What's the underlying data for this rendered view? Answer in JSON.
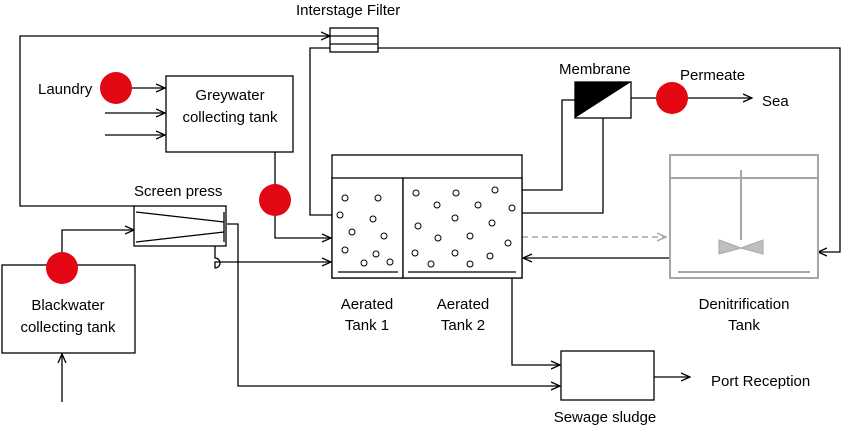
{
  "labels": {
    "interstage_filter": "Interstage Filter",
    "laundry": "Laundry",
    "greywater_tank_line1": "Greywater",
    "greywater_tank_line2": "collecting tank",
    "membrane": "Membrane",
    "permeate": "Permeate",
    "sea": "Sea",
    "screen_press": "Screen press",
    "blackwater_tank_line1": "Blackwater",
    "blackwater_tank_line2": "collecting tank",
    "aerated_tank1_line1": "Aerated",
    "aerated_tank1_line2": "Tank 1",
    "aerated_tank2_line1": "Aerated",
    "aerated_tank2_line2": "Tank 2",
    "denitrification_line1": "Denitrification",
    "denitrification_line2": "Tank",
    "sewage_sludge": "Sewage sludge",
    "port_reception": "Port Reception"
  },
  "colors": {
    "pump": "#e30613",
    "lines": "#000000",
    "denitrification": "#a6a6a6"
  },
  "icons": {
    "pump": "red-circle",
    "membrane": "triangle-split-box",
    "mixer": "impeller"
  }
}
